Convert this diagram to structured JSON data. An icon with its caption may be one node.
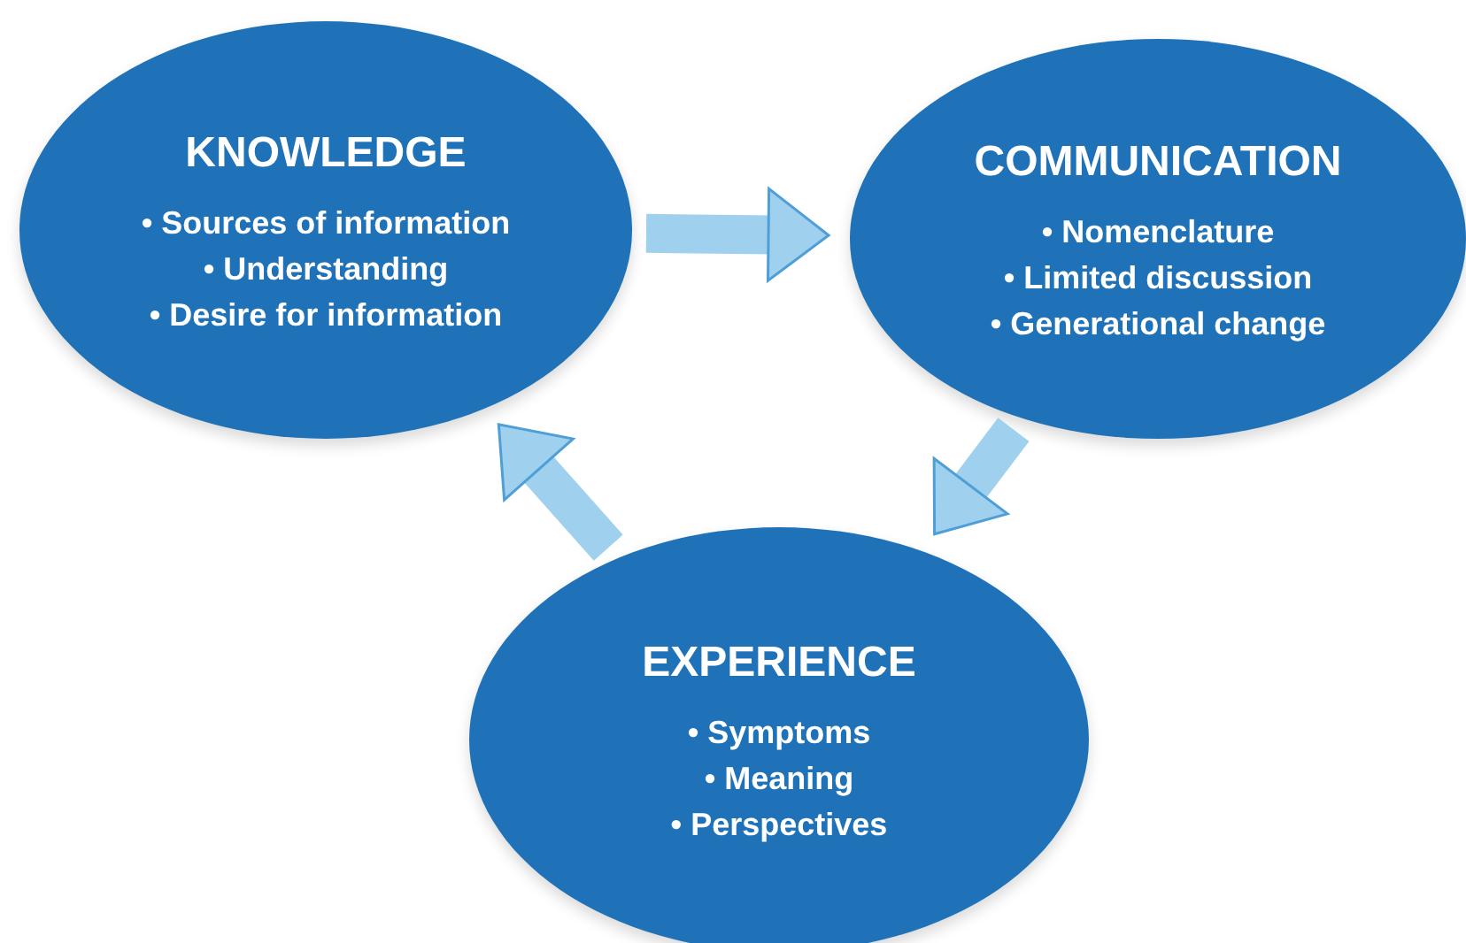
{
  "diagram": {
    "nodes": [
      {
        "text": [
          "KNOWLEDGE",
          "• Sources of information",
          "• Understanding",
          "• Desire for information"
        ]
      },
      {
        "text": [
          "COMMUNICATION",
          "• Nomenclature",
          "• Limited discussion",
          "• Generational change"
        ]
      },
      {
        "text": [
          "EXPERIENCE",
          "• Symptoms",
          "• Meaning",
          "• Perspectives"
        ]
      }
    ],
    "edges": [
      {
        "from": 0,
        "to": 1,
        "arrow": "to"
      },
      {
        "from": 1,
        "to": 2,
        "arrow": "to"
      },
      {
        "from": 2,
        "to": 0,
        "arrow": "to"
      }
    ]
  }
}
